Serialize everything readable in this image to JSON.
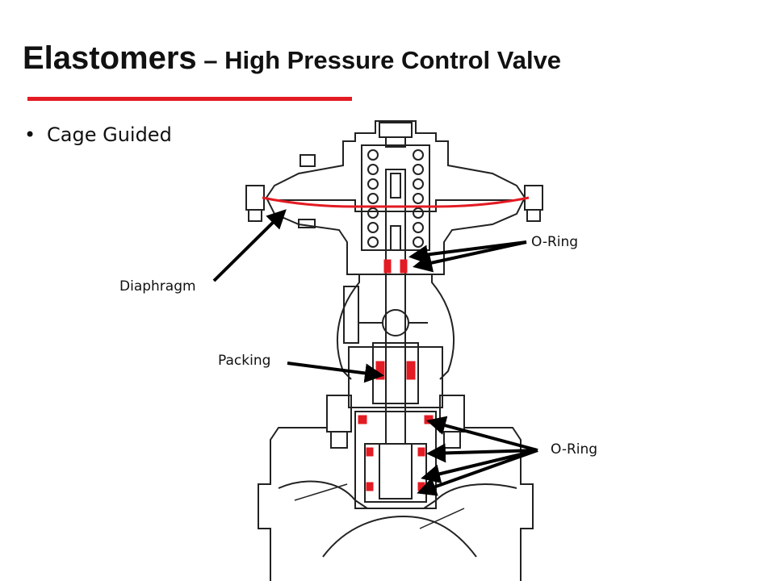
{
  "slide": {
    "title_main": "Elastomers",
    "title_sub": " – High Pressure Control Valve",
    "bullet": "Cage Guided",
    "accent_color": "#e31b23"
  },
  "labels": {
    "diaphragm": "Diaphragm",
    "packing": "Packing",
    "oring_upper": "O-Ring",
    "oring_lower": "O-Ring"
  },
  "icons": {
    "bullet": "bullet-dot-icon"
  }
}
